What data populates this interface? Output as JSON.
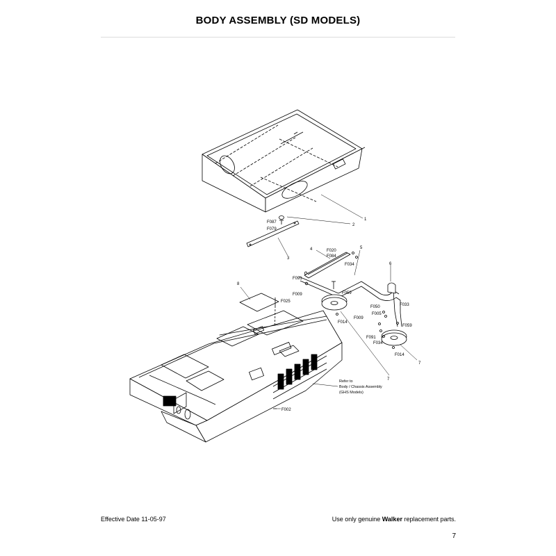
{
  "header": {
    "title": "BODY ASSEMBLY (SD MODELS)"
  },
  "callouts": {
    "c1": "1",
    "c2": "2",
    "c3": "3",
    "c4": "4",
    "c5": "5",
    "c6": "6",
    "c7a": "7",
    "c7b": "7",
    "c8": "8",
    "f087": "F087",
    "f079": "F079",
    "f020": "F020",
    "f084": "F084",
    "f034a": "F034",
    "f091a": "F091",
    "f009a": "F009",
    "f059a": "F059",
    "f025": "F025",
    "f014a": "F014",
    "f033": "F033",
    "f050": "F050",
    "f005": "F005",
    "f009b": "F009",
    "f059b": "F059",
    "f091b": "F091",
    "f034b": "F034",
    "f014b": "F014",
    "f002": "F002"
  },
  "reference_note": {
    "line1": "Refer to",
    "line2": "Body / Chassis Assembly",
    "line3": "(GHS Models)"
  },
  "footer": {
    "effective_date": "Effective Date 11-05-97",
    "note_prefix": "Use only genuine ",
    "brand": "Walker",
    "note_suffix": " replacement parts.",
    "page_number": "7"
  }
}
